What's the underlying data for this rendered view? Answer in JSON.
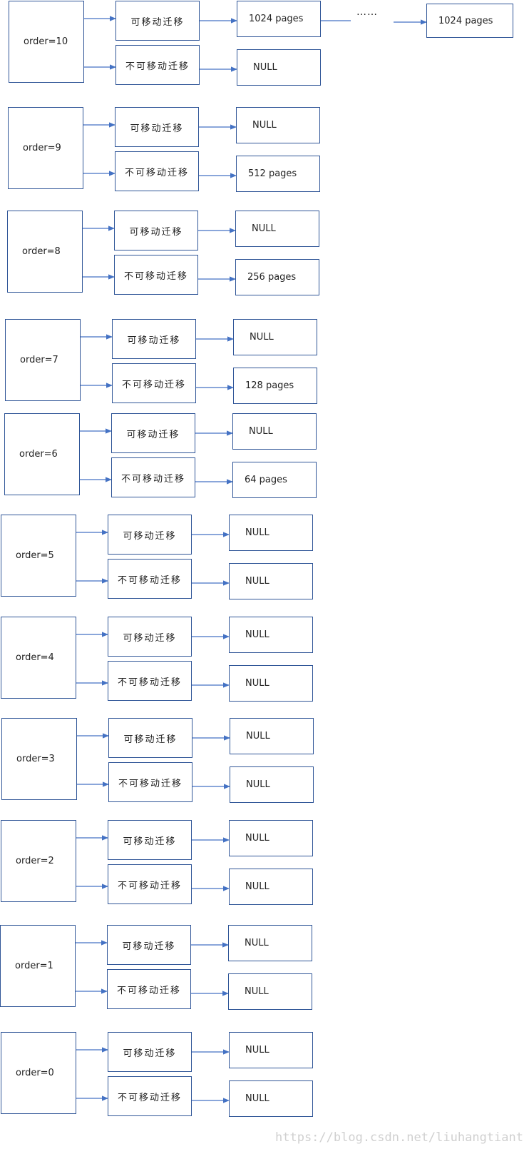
{
  "colors": {
    "border": "#2f5597",
    "arrow": "#4472c4",
    "watermark": "#d0d0d0"
  },
  "labels": {
    "movable": "可移动迁移",
    "unmovable": "不可移动迁移"
  },
  "ellipsis": "……",
  "top_extra": "1024 pages",
  "rows": [
    {
      "order": "order=10",
      "movable": "1024 pages",
      "unmovable": "NULL"
    },
    {
      "order": "order=9",
      "movable": "NULL",
      "unmovable": "512 pages"
    },
    {
      "order": "order=8",
      "movable": "NULL",
      "unmovable": "256 pages"
    },
    {
      "order": "order=7",
      "movable": "NULL",
      "unmovable": "128 pages"
    },
    {
      "order": "order=6",
      "movable": "NULL",
      "unmovable": "64 pages"
    },
    {
      "order": "order=5",
      "movable": "NULL",
      "unmovable": "NULL"
    },
    {
      "order": "order=4",
      "movable": "NULL",
      "unmovable": "NULL"
    },
    {
      "order": "order=3",
      "movable": "NULL",
      "unmovable": "NULL"
    },
    {
      "order": "order=2",
      "movable": "NULL",
      "unmovable": "NULL"
    },
    {
      "order": "order=1",
      "movable": "NULL",
      "unmovable": "NULL"
    },
    {
      "order": "order=0",
      "movable": "NULL",
      "unmovable": "NULL"
    }
  ],
  "watermark": "https://blog.csdn.net/liuhangtiant"
}
